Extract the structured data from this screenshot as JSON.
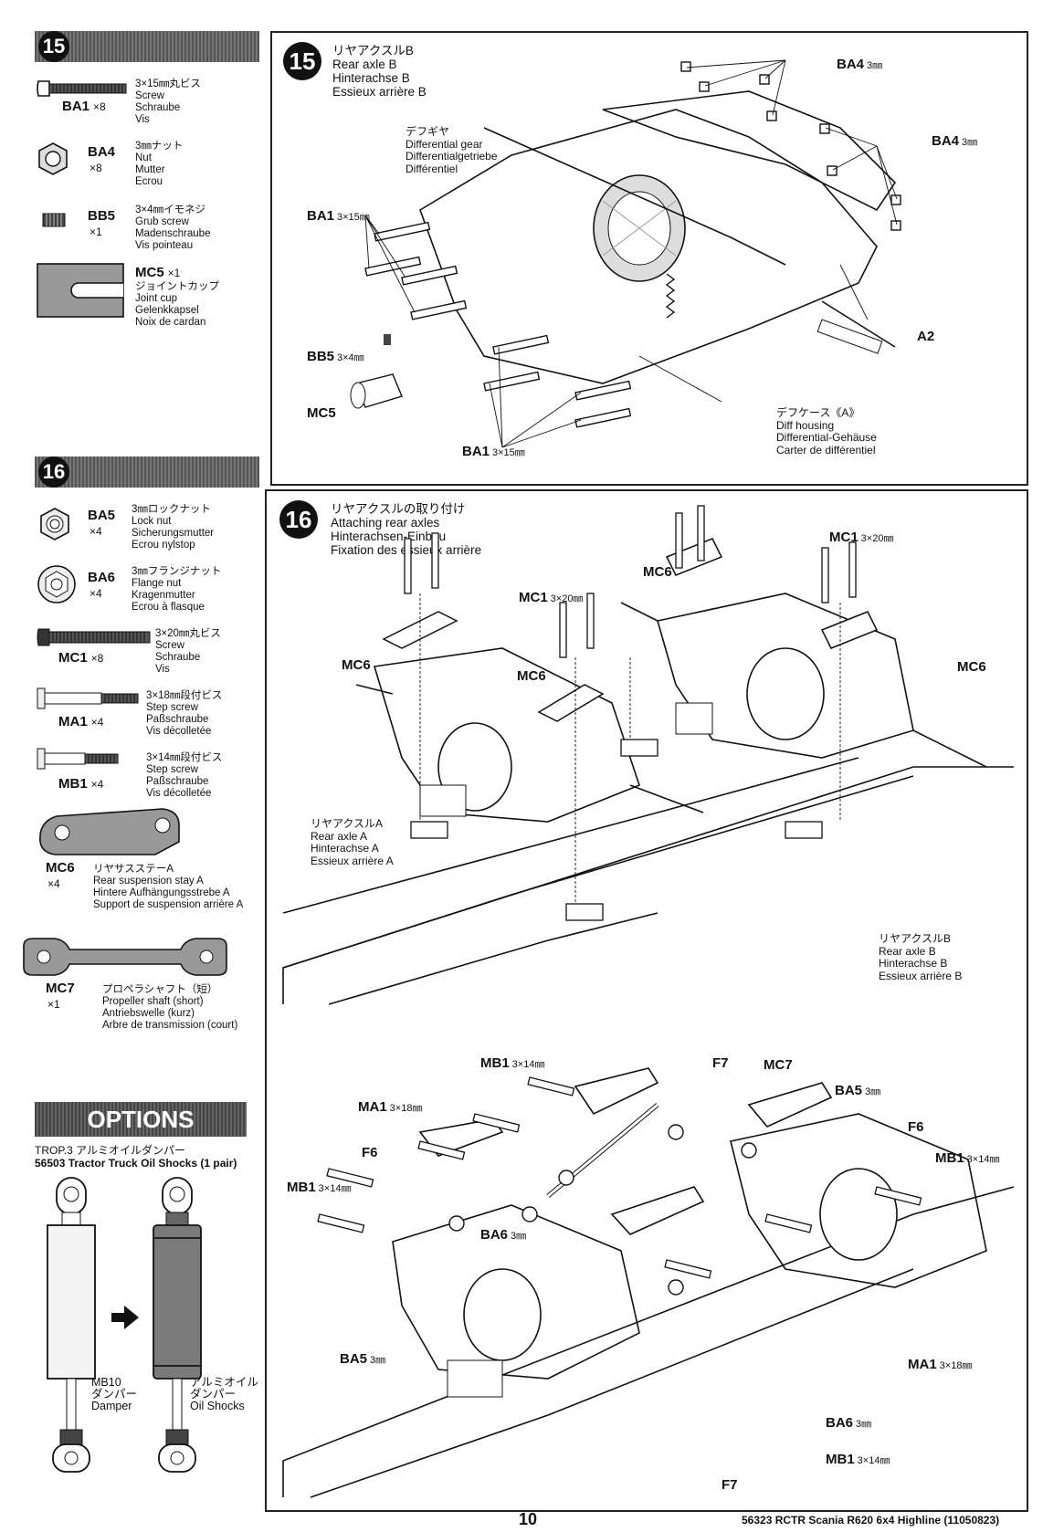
{
  "left": {
    "step15": {
      "number": "15",
      "parts": [
        {
          "code": "BA1",
          "qty": "×8",
          "desc": "3×15㎜丸ビス\nScrew\nSchraube\nVis"
        },
        {
          "code": "BA4",
          "qty": "×8",
          "desc": "3㎜ナット\nNut\nMutter\nEcrou"
        },
        {
          "code": "BB5",
          "qty": "×1",
          "desc": "3×4㎜イモネジ\nGrub screw\nMadenschraube\nVis pointeau"
        },
        {
          "code": "MC5",
          "qty": "×1",
          "desc": "ジョイントカップ\nJoint cup\nGelenkkapsel\nNoix de cardan"
        }
      ]
    },
    "step16": {
      "number": "16",
      "parts": [
        {
          "code": "BA5",
          "qty": "×4",
          "desc": "3㎜ロックナット\nLock nut\nSicherungsmutter\nEcrou nylstop"
        },
        {
          "code": "BA6",
          "qty": "×4",
          "desc": "3㎜フランジナット\nFlange nut\nKragenmutter\nEcrou à flasque"
        },
        {
          "code": "MC1",
          "qty": "×8",
          "desc": "3×20㎜丸ビス\nScrew\nSchraube\nVis"
        },
        {
          "code": "MA1",
          "qty": "×4",
          "desc": "3×18㎜段付ビス\nStep screw\nPaßschraube\nVis décolletée"
        },
        {
          "code": "MB1",
          "qty": "×4",
          "desc": "3×14㎜段付ビス\nStep screw\nPaßschraube\nVis décolletée"
        },
        {
          "code": "MC6",
          "qty": "×4",
          "desc": "リヤサスステーA\nRear suspension stay A\nHintere Aufhängungsstrebe A\nSupport de suspension arrière A"
        },
        {
          "code": "MC7",
          "qty": "×1",
          "desc": "プロペラシャフト（短）\nPropeller shaft (short)\nAntriebswelle (kurz)\nArbre de transmission (court)"
        }
      ]
    },
    "options": {
      "title": "OPTIONS",
      "line1": "TROP.3 アルミオイルダンパー",
      "line2": "56503 Tractor Truck Oil Shocks (1 pair)",
      "left_label": "MB10\nダンパー\nDamper",
      "right_label": "アルミオイル\nダンパー\nOil Shocks"
    }
  },
  "panel15": {
    "number": "15",
    "title": "リヤアクスルB\nRear axle B\nHinterachse B\nEssieux arrière B",
    "labels": {
      "ba4_top": "BA4",
      "ba4_top_size": "3㎜",
      "ba4_right": "BA4",
      "ba4_right_size": "3㎜",
      "diff_gear": "デフギヤ\nDifferential gear\nDifferentialgetriebe\nDifférentiel",
      "ba1_left": "BA1",
      "ba1_left_size": "3×15㎜",
      "bb5": "BB5",
      "bb5_size": "3×4㎜",
      "mc5": "MC5",
      "a2": "A2",
      "diff_housing": "デフケース《A》\nDiff housing\nDifferential-Gehäuse\nCarter de différentiel",
      "ba1_bottom": "BA1",
      "ba1_bottom_size": "3×15㎜"
    }
  },
  "panel16": {
    "number": "16",
    "title": "リヤアクスルの取り付け\nAttaching rear axles\nHinterachsen-Einbau\nFixation des essieux arrière",
    "labels": {
      "mc1_a": "MC1",
      "mc1_a_size": "3×20㎜",
      "mc1_b": "MC1",
      "mc1_b_size": "3×20㎜",
      "mc6_a": "MC6",
      "mc6_b": "MC6",
      "mc6_c": "MC6",
      "mc6_d": "MC6",
      "rear_axle_a": "リヤアクスルA\nRear axle A\nHinterachse A\nEssieux arrière A",
      "rear_axle_b": "リヤアクスルB\nRear axle B\nHinterachse B\nEssieux arrière B",
      "mb1_top": "MB1",
      "mb1_top_size": "3×14㎜",
      "f7_top": "F7",
      "mc7": "MC7",
      "ma1_left": "MA1",
      "ma1_left_size": "3×18㎜",
      "ba5_right": "BA5",
      "ba5_right_size": "3㎜",
      "f6_right": "F6",
      "f6_left": "F6",
      "mb1_right": "MB1",
      "mb1_right_size": "3×14㎜",
      "mb1_left": "MB1",
      "mb1_left_size": "3×14㎜",
      "ba6_left": "BA6",
      "ba6_left_size": "3㎜",
      "ba5_left": "BA5",
      "ba5_left_size": "3㎜",
      "ma1_right": "MA1",
      "ma1_right_size": "3×18㎜",
      "ba6_bottom": "BA6",
      "ba6_bottom_size": "3㎜",
      "mb1_bottom": "MB1",
      "mb1_bottom_size": "3×14㎜",
      "f7_bottom": "F7"
    }
  },
  "footer": {
    "page_number": "10",
    "model": "56323 RCTR Scania R620 6x4 Highline (11050823)"
  }
}
